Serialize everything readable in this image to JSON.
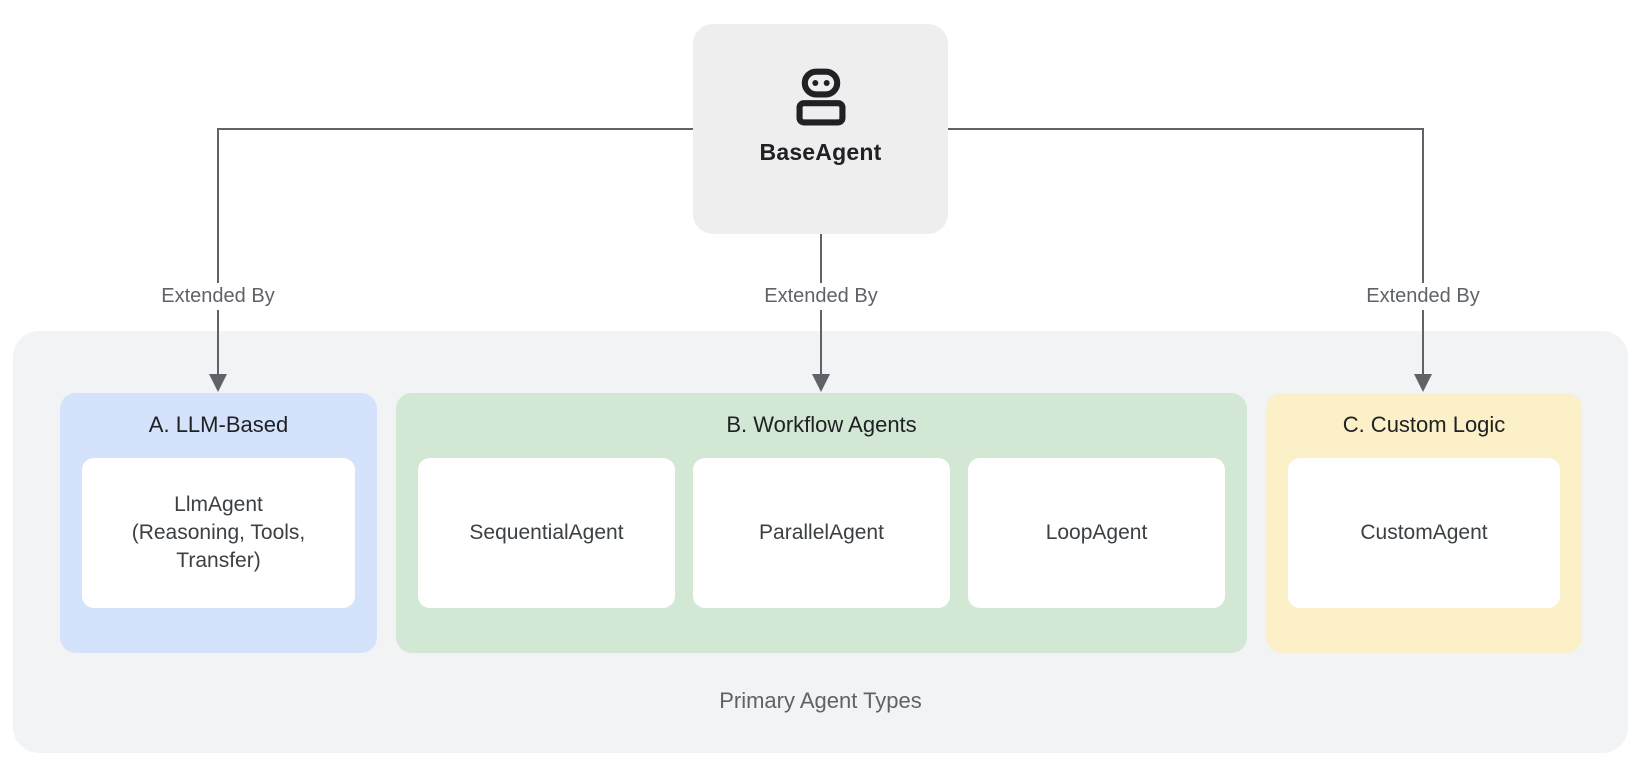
{
  "diagram": {
    "root": {
      "label": "BaseAgent",
      "icon": "robot-icon"
    },
    "edges": [
      {
        "label": "Extended By",
        "target": "A. LLM-Based"
      },
      {
        "label": "Extended By",
        "target": "B. Workflow Agents"
      },
      {
        "label": "Extended By",
        "target": "C. Custom Logic"
      }
    ],
    "caption": "Primary Agent Types",
    "groups": [
      {
        "title": "A. LLM-Based",
        "color": "#d4e2fb",
        "items": [
          "LlmAgent\n(Reasoning, Tools,\nTransfer)"
        ]
      },
      {
        "title": "B. Workflow Agents",
        "color": "#d3e7d5",
        "items": [
          "SequentialAgent",
          "ParallelAgent",
          "LoopAgent"
        ]
      },
      {
        "title": "C. Custom Logic",
        "color": "#fbf0c7",
        "items": [
          "CustomAgent"
        ]
      }
    ],
    "colors": {
      "container_bg": "#f1f3f4",
      "root_bg": "#eeeeee",
      "card_bg": "#ffffff",
      "connector": "#5f6368",
      "edge_label_text": "#5f6368",
      "caption_text": "#5f6368",
      "group_title_text": "#202124",
      "card_text": "#3c4043"
    }
  }
}
